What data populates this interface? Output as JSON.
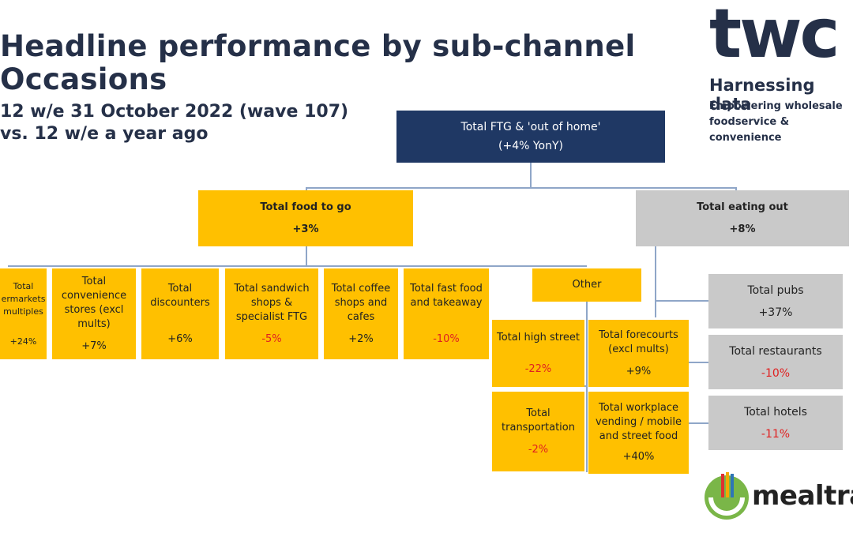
{
  "header": {
    "title": "Headline performance by sub-channel\nOccasions",
    "subtitle": "12 w/e 31 October 2022 (wave 107)\nvs. 12 w/e a year ago"
  },
  "logo": {
    "brand": "twc",
    "tagline": "Harnessing data",
    "sub": "Empowering wholesale\nfoodservice & convenience",
    "mealtrak": "mealtra"
  },
  "root": {
    "label": "Total FTG & 'out of home'",
    "value": "(+4% YonY)"
  },
  "ftg": {
    "label": "Total food to go",
    "value": "+3%"
  },
  "eating_out": {
    "label": "Total eating out",
    "value": "+8%"
  },
  "ftg_children": [
    {
      "label": "Total\nermarkets\nmultiples",
      "value": "+24%"
    },
    {
      "label": "Total\nconvenience\nstores (excl\nmults)",
      "value": "+7%"
    },
    {
      "label": "Total\ndiscounters",
      "value": "+6%"
    },
    {
      "label": "Total sandwich\nshops &\nspecialist FTG",
      "value": "-5%"
    },
    {
      "label": "Total coffee\nshops and\ncafes",
      "value": "+2%"
    },
    {
      "label": "Total fast food\nand takeaway",
      "value": "-10%"
    }
  ],
  "other": {
    "label": "Other"
  },
  "other_children": [
    {
      "label": "Total high street",
      "value": "-22%"
    },
    {
      "label": "Total\ntransportation",
      "value": "-2%"
    },
    {
      "label": "Total forecourts\n(excl mults)",
      "value": "+9%"
    },
    {
      "label": "Total workplace\nvending / mobile\nand street food",
      "value": "+40%"
    }
  ],
  "eating_children": [
    {
      "label": "Total pubs",
      "value": "+37%"
    },
    {
      "label": "Total restaurants",
      "value": "-10%"
    },
    {
      "label": "Total hotels",
      "value": "-11%"
    }
  ],
  "colors": {
    "navy": "#1f3864",
    "yellow": "#ffc000",
    "grey": "#c9c9c9",
    "negative": "#e02020",
    "connector": "#8fa6c8"
  }
}
